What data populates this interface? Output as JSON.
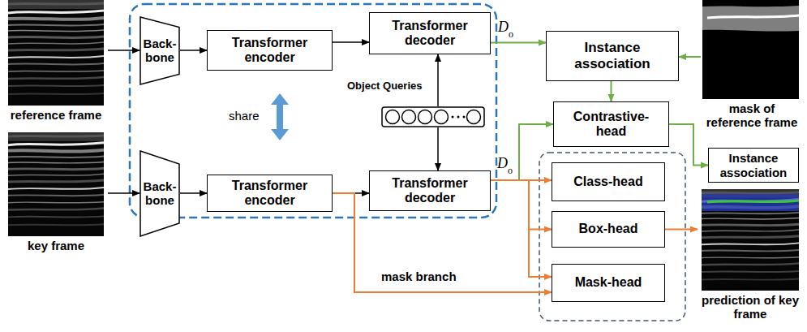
{
  "diagram": {
    "nodes": [
      {
        "text": [
          "reference frame"
        ]
      },
      {
        "text": [
          "Back- bone"
        ]
      },
      {
        "text": [
          "Transformer encoder"
        ]
      },
      {
        "text": [
          "Transformer decoder"
        ]
      },
      {
        "text": [
          "Instance association"
        ]
      },
      {
        "text": [
          "mask of reference frame"
        ]
      },
      {
        "text": [
          "key frame"
        ]
      },
      {
        "text": [
          "Back- bone"
        ]
      },
      {
        "text": [
          "Transformer encoder"
        ]
      },
      {
        "text": [
          "Object Queries"
        ]
      },
      {
        "text": [
          "Transformer decoder"
        ]
      },
      {
        "text": [
          "Contrastive- head"
        ]
      },
      {
        "text": [
          "Instance association"
        ]
      },
      {
        "text": [
          "Class-head"
        ]
      },
      {
        "text": [
          "Box-head"
        ]
      },
      {
        "text": [
          "Mask-head"
        ]
      },
      {
        "text": [
          "prediction of key frame"
        ]
      }
    ],
    "edges": [
      {
        "from": 0,
        "to": 1,
        "arrow": "to"
      },
      {
        "from": 1,
        "to": 2,
        "arrow": "to"
      },
      {
        "from": 2,
        "to": 3,
        "arrow": "to"
      },
      {
        "from": 3,
        "to": 4,
        "arrow": "to"
      },
      {
        "from": 5,
        "to": 4,
        "arrow": "to"
      },
      {
        "from": 4,
        "to": 11,
        "arrow": "to"
      },
      {
        "from": 6,
        "to": 7,
        "arrow": "to"
      },
      {
        "from": 7,
        "to": 8,
        "arrow": "to"
      },
      {
        "from": 8,
        "to": 10,
        "arrow": "to"
      },
      {
        "from": 9,
        "to": 3,
        "arrow": "to"
      },
      {
        "from": 9,
        "to": 10,
        "arrow": "to"
      },
      {
        "from": 10,
        "to": 11,
        "arrow": "to"
      },
      {
        "from": 10,
        "to": 13,
        "arrow": "to"
      },
      {
        "from": 10,
        "to": 14,
        "arrow": "to"
      },
      {
        "from": 10,
        "to": 15,
        "arrow": "to"
      },
      {
        "from": 8,
        "to": 15,
        "label": "mask branch",
        "arrow": "to"
      },
      {
        "from": 11,
        "to": 12,
        "arrow": "to"
      },
      {
        "from": 14,
        "to": 16,
        "arrow": "to"
      }
    ],
    "labels": [
      "D",
      "o",
      "share",
      "D",
      "o"
    ]
  }
}
